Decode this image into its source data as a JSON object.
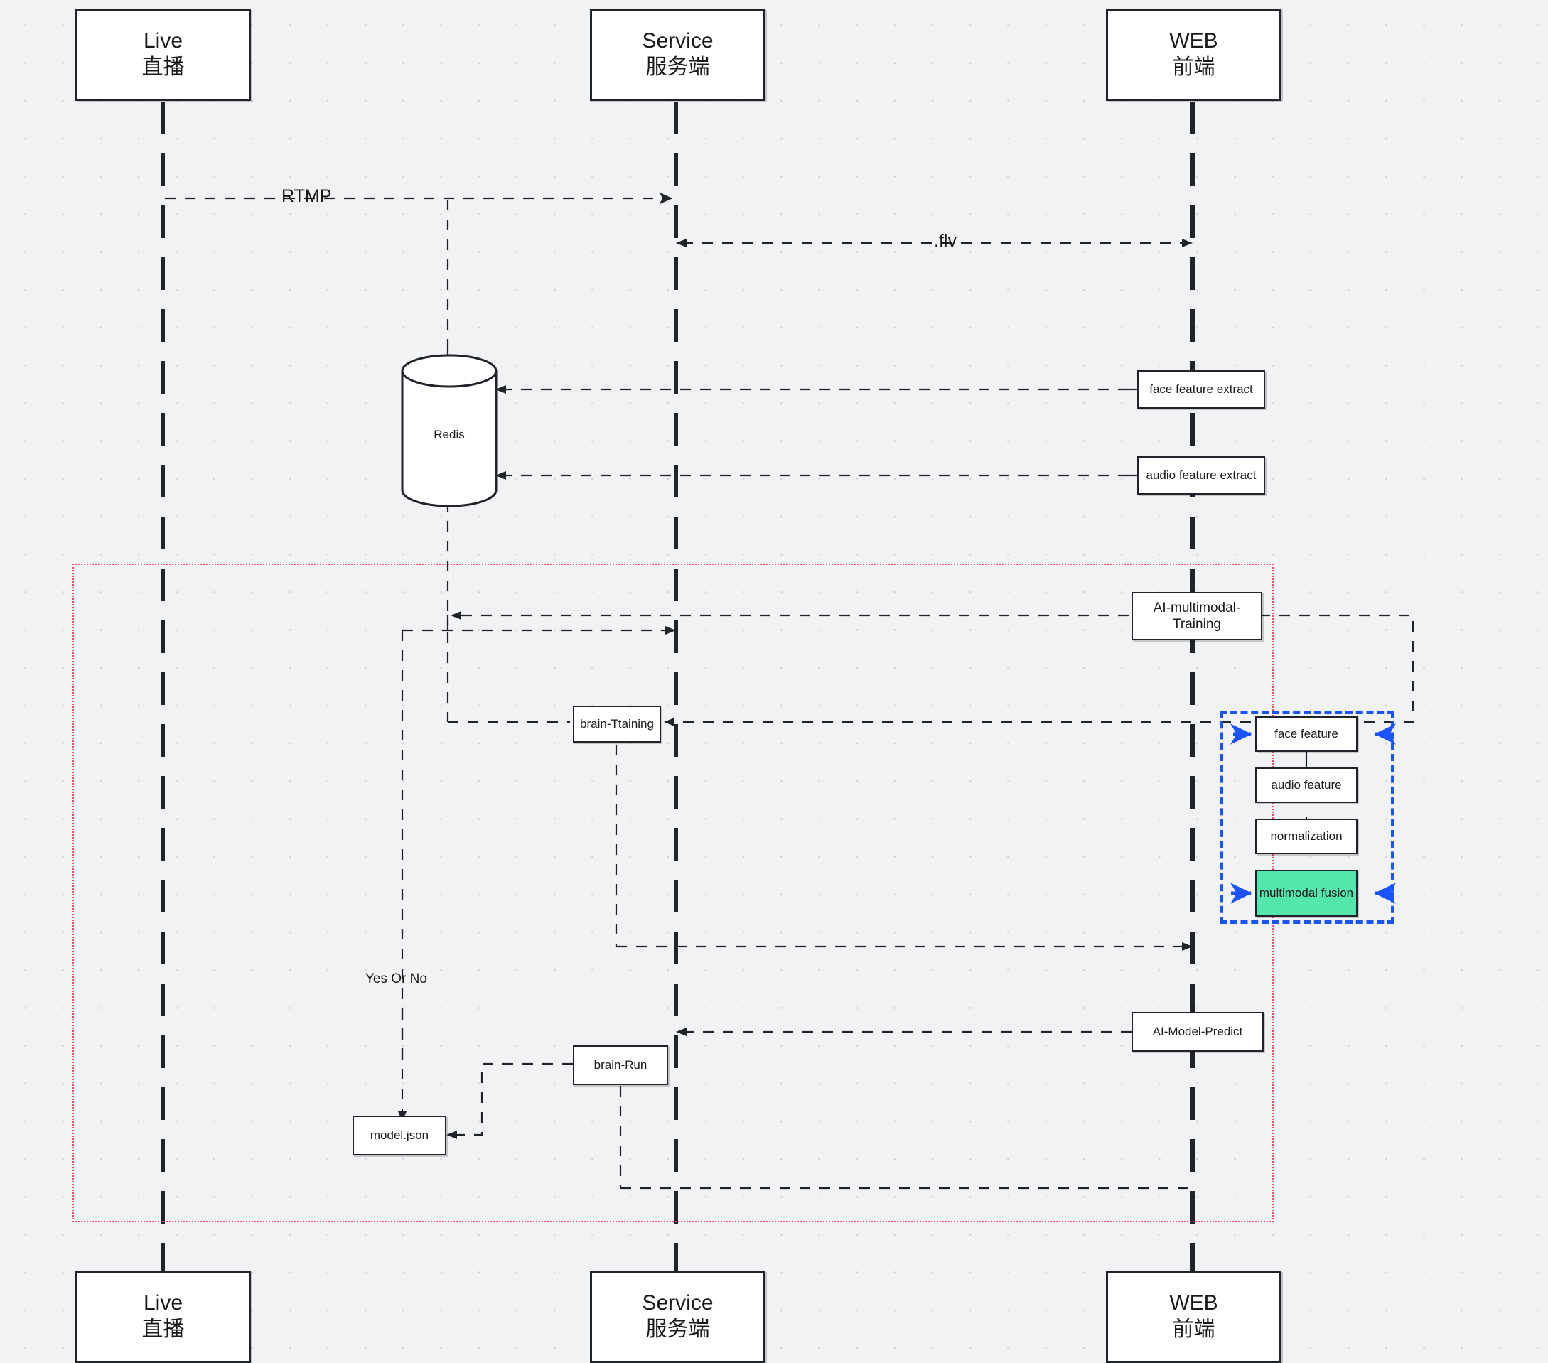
{
  "diagram": {
    "title": "Live streaming AI multimodal sequence diagram",
    "background_color": "#f1f2f4",
    "accent_green": "#53e6ad",
    "accent_blue": "#1a53ff",
    "accent_red": "#fb4a6b"
  },
  "participants": {
    "top": [
      {
        "id": "live",
        "en": "Live",
        "cn": "直播"
      },
      {
        "id": "service",
        "en": "Service",
        "cn": "服务端"
      },
      {
        "id": "web",
        "en": "WEB",
        "cn": "前端"
      }
    ],
    "bottom": [
      {
        "id": "live",
        "en": "Live",
        "cn": "直播"
      },
      {
        "id": "service",
        "en": "Service",
        "cn": "服务端"
      },
      {
        "id": "web",
        "en": "WEB",
        "cn": "前端"
      }
    ]
  },
  "store": {
    "redis_label": "Redis"
  },
  "nodes": {
    "face_feature_extract": "face feature extract",
    "audio_feature_extract": "audio feature extract",
    "ai_multimodal_training": "AI-multimodal-Training",
    "brain_training": "brain-Ttaining",
    "face_feature": "face feature",
    "audio_feature": "audio feature",
    "normalization": "normalization",
    "multimodal_fusion": "multimodal fusion",
    "ai_model_predict": "AI-Model-Predict",
    "brain_run": "brain-Run",
    "model_json": "model.json"
  },
  "edge_labels": {
    "rtmp": "RTMP",
    "flv": ".flv",
    "yes_or_no": "Yes Or No"
  }
}
